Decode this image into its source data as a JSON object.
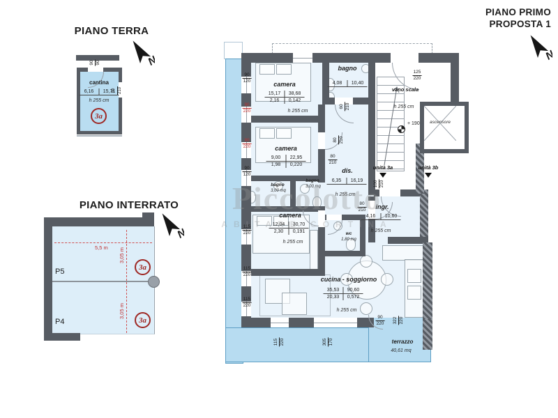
{
  "header": {
    "floor_terra_title": "PIANO TERRA",
    "floor_interrato_title": "PIANO INTERRATO",
    "main_title_line1": "PIANO PRIMO",
    "main_title_line2": "PROPOSTA 1",
    "north_letter": "N"
  },
  "watermark": {
    "brand": "Piccolotto",
    "tagline": "ABITARE CORTINA"
  },
  "colors": {
    "wall": "#575c63",
    "interior": "#e9f3fb",
    "terrace": "#b7dcf1",
    "garage": "#ddeef9",
    "dim_red": "#c03030",
    "unit_badge_red": "#9e2723"
  },
  "cantina": {
    "label": "cantina",
    "r1a": "6,16",
    "r1b": "15,71",
    "height": "h 255 cm",
    "unit_badge": "3a",
    "dim_top": {
      "w": "90",
      "h": "90"
    },
    "door": {
      "w": "80",
      "h": "210"
    }
  },
  "garage": {
    "p5": "P5",
    "p4": "P4",
    "width_label": "5,5 m",
    "depth_label_p5": "3,05 m",
    "depth_label_p4": "3,05 m",
    "badge_p5": "3a",
    "badge_p4": "3a"
  },
  "rooms": {
    "camera1": {
      "label": "camera",
      "r1a": "15,17",
      "r1b": "38,68",
      "r2a": "2,16",
      "r2b": "0,142",
      "height": "h 255 cm"
    },
    "bagno1": {
      "label": "bagno",
      "r1a": "4,08",
      "r1b": "10,40"
    },
    "camera2": {
      "label": "camera",
      "r1a": "9,00",
      "r1b": "22,95",
      "r2a": "1,98",
      "r2b": "0,220"
    },
    "dis": {
      "label": "dis.",
      "r1a": "6,35",
      "r1b": "16,19",
      "height": "h 255 cm"
    },
    "bagno2": {
      "label": "bagno",
      "area": "3,00 mq"
    },
    "bagno3": {
      "label": "bagno",
      "area": "3,00 mq"
    },
    "camera3": {
      "label": "camera",
      "r1a": "12,04",
      "r1b": "30,70",
      "r2a": "2,30",
      "r2b": "0,191",
      "height": "h 255 cm"
    },
    "wc": {
      "label": "wc",
      "area": "1,80 mq"
    },
    "ingresso": {
      "label": "ingr.",
      "r1a": "4,16",
      "r1b": "10,60",
      "height": "h 255 cm"
    },
    "cucina": {
      "label": "cucina - soggiorno",
      "r1a": "35,53",
      "r1b": "90,60",
      "r2a": "20,33",
      "r2b": "0,572",
      "height": "h 255 cm"
    },
    "terrazzo": {
      "label": "terrazzo",
      "area": "40,61 mq"
    },
    "vano_scala": {
      "label": "vano scala",
      "height": "h 255 cm",
      "level": "+ 190"
    },
    "ascensore": {
      "label": "ascensore"
    },
    "unita_3a": "unità 3a",
    "unita_3b": "unità 3b"
  },
  "dims": {
    "left": [
      {
        "w": "90",
        "h": "120"
      },
      {
        "w": "90",
        "h": "220"
      },
      {
        "w": "90",
        "h": "220"
      },
      {
        "w": "90",
        "h": "120"
      },
      {
        "w": "115",
        "h": "220"
      },
      {
        "w": "115",
        "h": "220"
      },
      {
        "w": "115",
        "h": "220"
      }
    ],
    "bottom": [
      {
        "w": "115",
        "h": "220"
      },
      {
        "w": "305",
        "h": "170"
      }
    ],
    "terrace": [
      {
        "w": "90",
        "h": "220"
      },
      {
        "w": "322",
        "h": "220"
      }
    ],
    "doors": {
      "bagno1": {
        "w": "60",
        "h": "210"
      },
      "camera2_side": {
        "w": "80",
        "h": "210"
      },
      "camera2_low": {
        "w": "80",
        "h": "210"
      },
      "ingresso": {
        "w": "80",
        "h": "210"
      },
      "unit_entry": {
        "w": "100",
        "h": "210"
      },
      "scala": {
        "w": "125",
        "h": "220"
      }
    }
  }
}
